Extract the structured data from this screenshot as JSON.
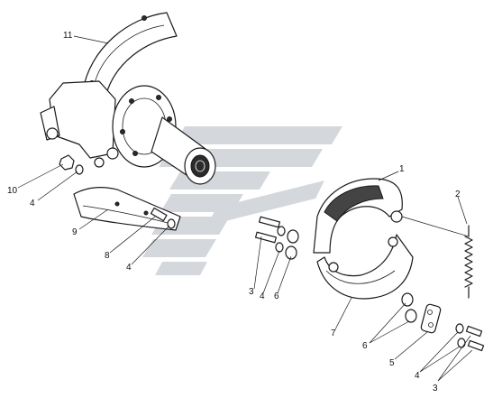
{
  "callouts": [
    {
      "id": "c11",
      "text": "11"
    },
    {
      "id": "c10",
      "text": "10"
    },
    {
      "id": "c4a",
      "text": "4"
    },
    {
      "id": "c9",
      "text": "9"
    },
    {
      "id": "c8",
      "text": "8"
    },
    {
      "id": "c4b",
      "text": "4"
    },
    {
      "id": "c3a",
      "text": "3"
    },
    {
      "id": "c4c",
      "text": "4"
    },
    {
      "id": "c6a",
      "text": "6"
    },
    {
      "id": "c1",
      "text": "1"
    },
    {
      "id": "c2",
      "text": "2"
    },
    {
      "id": "c7",
      "text": "7"
    },
    {
      "id": "c6b",
      "text": "6"
    },
    {
      "id": "c5",
      "text": "5"
    },
    {
      "id": "c4d",
      "text": "4"
    },
    {
      "id": "c3b",
      "text": "3"
    }
  ],
  "colors": {
    "watermark": "#d4d8dc",
    "ink": "#1a1a1a"
  }
}
